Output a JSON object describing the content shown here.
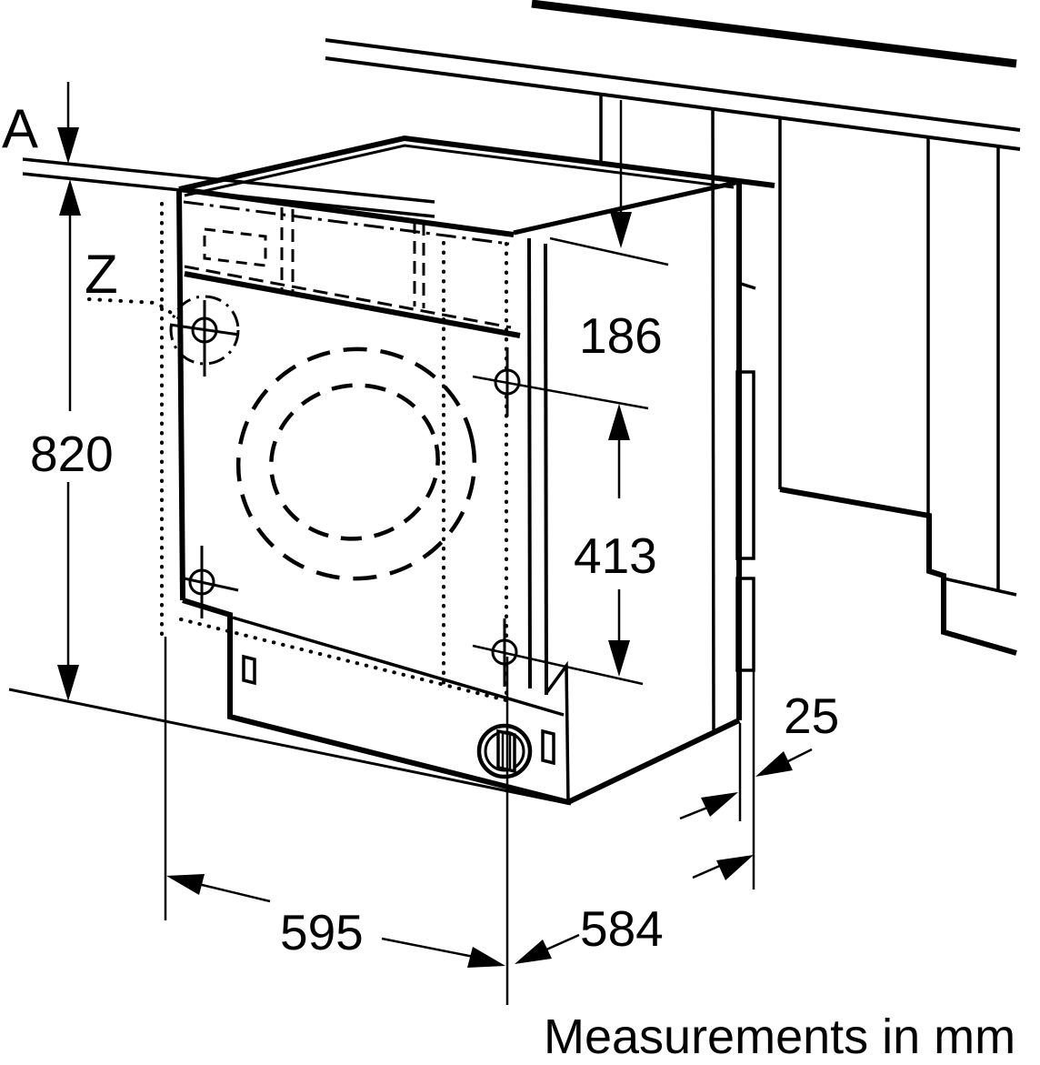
{
  "diagram": {
    "title_hidden": "",
    "labels": {
      "worktop_gap": "A",
      "detail_marker": "Z",
      "niche_height": "820",
      "top_clearance": "186",
      "hole_spacing": "413",
      "front_width": "595",
      "depth": "584",
      "rear_gap": "25"
    },
    "footnote": "Measurements in mm",
    "colors": {
      "line": "#000000",
      "background": "#ffffff"
    }
  }
}
